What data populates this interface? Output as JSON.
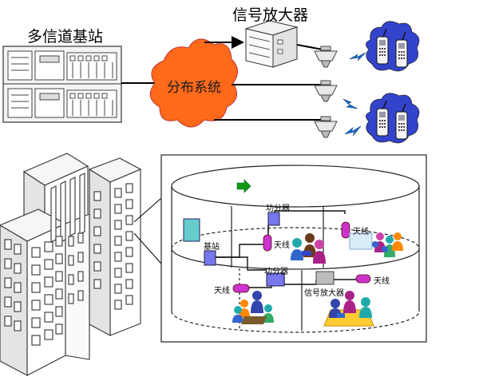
{
  "labels": {
    "base_station_title": "多信道基站",
    "amplifier_title": "信号放大器",
    "cloud": "分布系统",
    "splitter_top": "功分器",
    "splitter_mid": "功分器",
    "base_station_small": "基站",
    "antenna_1": "天线",
    "antenna_2": "天线",
    "antenna_3": "天线",
    "antenna_4": "天线",
    "amplifier_small": "信号放大器"
  },
  "colors": {
    "cloud": "#ff6a1a",
    "device_blue": "#7777ee",
    "antenna_purple": "#cc33cc",
    "arrow_green": "#119911",
    "base_teal": "#66cccc",
    "radio_blue": "#3344cc",
    "signal_blue": "#1a6fcf"
  },
  "icons": {
    "walkie": "walkie-talkie-icon",
    "antenna": "ceiling-antenna-icon",
    "signal": "lightning-signal-icon",
    "arrow": "green-arrow-icon"
  }
}
